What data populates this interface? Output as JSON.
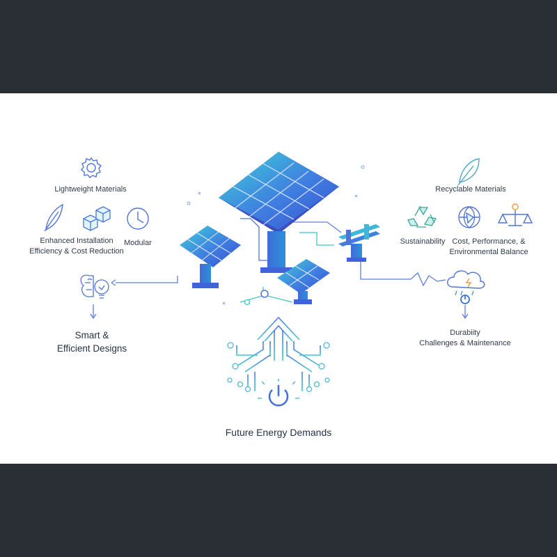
{
  "labels": {
    "lightweight_materials": "Lightweight Materials",
    "enhanced_installation": [
      "Enhanced Installation",
      "Efficiency & Cost Reduction"
    ],
    "modular": "Modular",
    "smart_designs": [
      "Smart &",
      "Efficient Designs"
    ],
    "recyclable_materials": "Recyclable Materials",
    "sustainability": "Sustainability",
    "cost_performance": [
      "Cost, Performance, &",
      "Environmental Balance"
    ],
    "durability": [
      "Durabiity",
      "Challenges & Maintenance"
    ],
    "future_energy": "Future Energy Demands"
  },
  "icons": [
    "gear-icon",
    "feather-icon",
    "cubes-icon",
    "clock-icon",
    "brain-bulb-icon",
    "leaf-icon",
    "recycle-icon",
    "globe-icon",
    "balance-scale-icon",
    "storm-cloud-icon",
    "power-icon"
  ],
  "colors": {
    "panel_blue": "#3f63d8",
    "panel_teal": "#38c6d8",
    "line_blue": "#4f74d6",
    "line_teal": "#3fc6c6",
    "text": "#2f3a4a",
    "frame": "#2a2e35"
  }
}
